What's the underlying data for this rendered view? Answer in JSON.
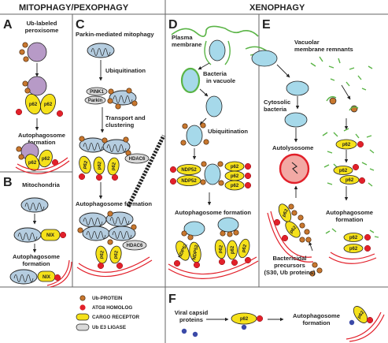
{
  "headers": {
    "mitophagy": "MITOPHAGY/PEXOPHAGY",
    "xenophagy": "XENOPHAGY"
  },
  "panels": {
    "a": {
      "letter": "A",
      "title_line1": "Ub-labeled",
      "title_line2": "peroxisome",
      "receptor": "p62",
      "result_line1": "Autophagosome",
      "result_line2": "formation"
    },
    "b": {
      "letter": "B",
      "title": "Mitochondria",
      "receptor": "NIX",
      "result_line1": "Autophagosome",
      "result_line2": "formation"
    },
    "c": {
      "letter": "C",
      "title": "Parkin-mediated mitophagy",
      "step1": "Ubiquitination",
      "pink1": "PINK1",
      "parkin": "Parkin",
      "step2_line1": "Transport and",
      "step2_line2": "clustering",
      "hdac6": "HDAC6",
      "result": "Autophagosome formation",
      "receptor": "p62"
    },
    "d": {
      "letter": "D",
      "membrane_line1": "Plasma",
      "membrane_line2": "membrane",
      "vacuole_line1": "Bacteria",
      "vacuole_line2": "in vacuole",
      "step1": "Ubiquitination",
      "ndp52": "NDP52",
      "receptor": "p62",
      "result": "Autophagosome formation"
    },
    "e": {
      "letter": "E",
      "remnants_line1": "Vacuolar",
      "remnants_line2": "membrane remnants",
      "cyto_line1": "Cytosolic",
      "cyto_line2": "bacteria",
      "autolysosome": "Autolysosome",
      "receptor": "p62",
      "result_line1": "Autophagosome",
      "result_line2": "formation",
      "precursor_line1": "Bactericidal",
      "precursor_line2": "precursors",
      "precursor_line3": "(S30, Ub proteins)"
    },
    "f": {
      "letter": "F",
      "title_line1": "Viral capsid",
      "title_line2": "proteins",
      "receptor": "p62",
      "result_line1": "Autophagosome",
      "result_line2": "formation"
    }
  },
  "legend": [
    {
      "label": "Ub-PROTEIN",
      "icon": "ubiquitin-icon",
      "color": "#c8772e"
    },
    {
      "label": "ATG8 HOMOLOG",
      "icon": "atg8-icon",
      "color": "#e2202a"
    },
    {
      "label": "CARGO RECEPTOR",
      "icon": "receptor-icon",
      "color": "#f5e11a"
    },
    {
      "label": "Ub E3 LIGASE",
      "icon": "e3-ligase-icon",
      "color": "#d9d9d9"
    }
  ],
  "colors": {
    "ubiquitin": "#c8772e",
    "atg8": "#e2202a",
    "receptor": "#f5e11a",
    "peroxisome": "#b79ac7",
    "mitochondria": "#b5cde0",
    "bacteria": "#a6d9ea",
    "membrane": "#5ab446",
    "phagophore": "#e2202a"
  }
}
